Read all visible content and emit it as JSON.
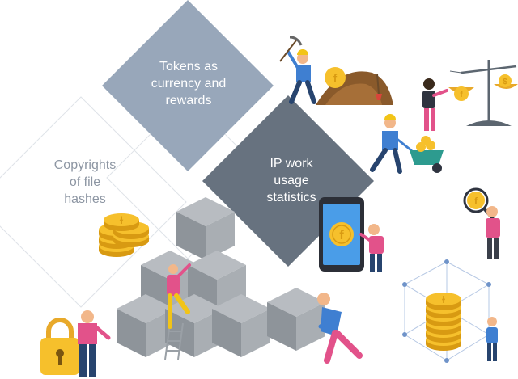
{
  "labels": {
    "tokens": "Tokens as\ncurrency and\nrewards",
    "ip_work": "IP work\nusage\nstatistics",
    "copyrights": "Copyrights\nof file\nhashes"
  },
  "coin_symbol": "f",
  "token_symbol": "ɫ",
  "currency_symbol": "$",
  "colors": {
    "tokens_diamond": "#98a7ba",
    "ip_diamond": "#67727f",
    "ghost_outline": "#dfe3e8",
    "copy_text": "#8d96a3",
    "coin_gold": "#f6c02c",
    "coin_dark": "#d89a12",
    "cube_top": "#b8bcc1",
    "cube_left": "#8e949a",
    "cube_right": "#a9aeb3",
    "phone_screen": "#4a9de8",
    "shirt_blue": "#3f7fd1",
    "shirt_pink": "#e2528a",
    "pants_navy": "#27446e"
  }
}
